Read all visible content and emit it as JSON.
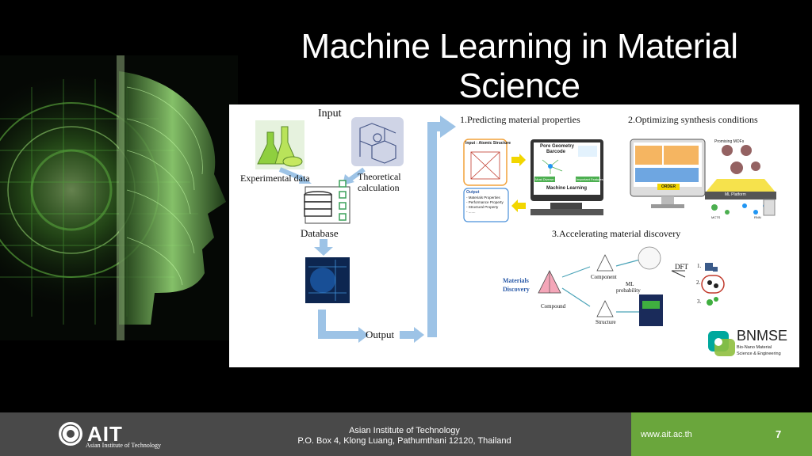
{
  "slide": {
    "title": "Machine Learning in Material Science",
    "page_number": "7"
  },
  "figure": {
    "input": "Input",
    "experimental": "Experimental data",
    "theoretical_1": "Theoretical",
    "theoretical_2": "calculation",
    "database": "Database",
    "output": "Output",
    "step1": "1.Predicting material properties",
    "step2": "2.Optimizing synthesis conditions",
    "step3": "3.Accelerating material discovery",
    "input_atomic": "Input : Atomic Structure",
    "pore_1": "Pore Geometry",
    "pore_2": "Barcode",
    "most_diverse": "Most Diverse Set",
    "important": "Important Features",
    "ml_label": "Machine Learning",
    "output_box_title": "Output",
    "output_item1": "- Materials Properties",
    "output_item2": "- Performance Property",
    "output_item3": "- Structural Property",
    "output_item4": "- .......",
    "promising": "Promising MOFs",
    "order": "ORDER",
    "ml_platform": "ML Platform",
    "mcts": "MCTS",
    "rnn": "RNN",
    "materials_discovery_1": "Materials",
    "materials_discovery_2": "Discovery",
    "compound": "Compound",
    "component": "Component",
    "structure": "Structure",
    "ml_prob_1": "ML",
    "ml_prob_2": "probability",
    "dft": "DFT",
    "rank1": "1.",
    "rank2": "2.",
    "rank3": "3.",
    "bnmse": "BNMSE",
    "bnmse_sub1": "Bio-Nano Material",
    "bnmse_sub2": "Science & Engineering"
  },
  "footer": {
    "logo": "AIT",
    "logo_sub": "Asian Institute of Technology",
    "address_line1": "Asian Institute of Technology",
    "address_line2": "P.O. Box 4, Klong Luang, Pathumthani 12120, Thailand",
    "website": "www.ait.ac.th"
  },
  "colors": {
    "footer_gray": "#494949",
    "footer_green": "#6aa63c",
    "arrow_blue": "#9dc3e6"
  }
}
